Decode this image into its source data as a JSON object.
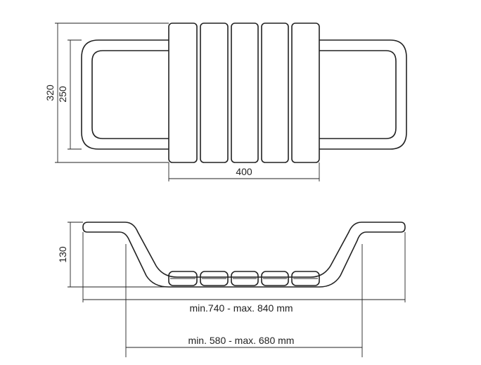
{
  "drawing": {
    "top_view": {
      "overall_depth": "320",
      "inner_depth": "250",
      "seat_width": "400",
      "slat_count": 5
    },
    "side_view": {
      "height": "130",
      "overall_length_range": "min.740 - max. 840 mm",
      "support_spacing_range": "min. 580 - max. 680 mm",
      "slat_count": 5
    }
  }
}
